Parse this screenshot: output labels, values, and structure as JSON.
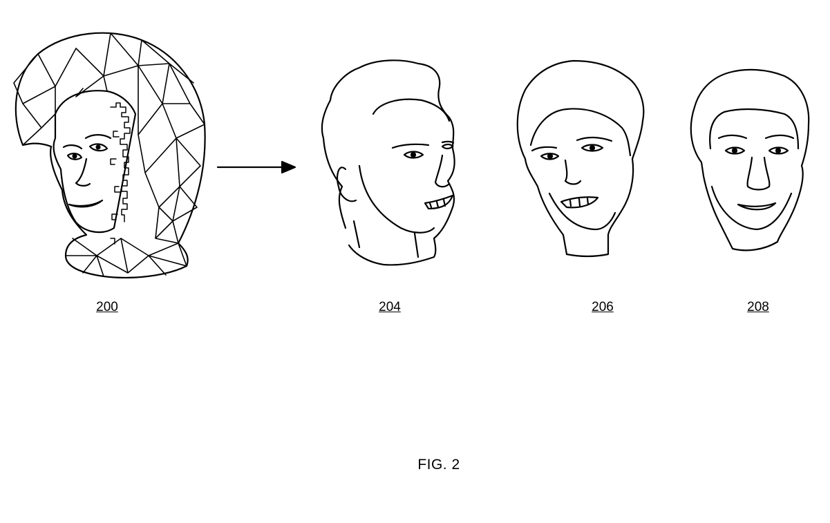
{
  "figure": {
    "caption": "FIG. 2",
    "labels": {
      "mesh_head": "200",
      "head_turned": "204",
      "head_tilted": "206",
      "head_front": "208"
    }
  }
}
